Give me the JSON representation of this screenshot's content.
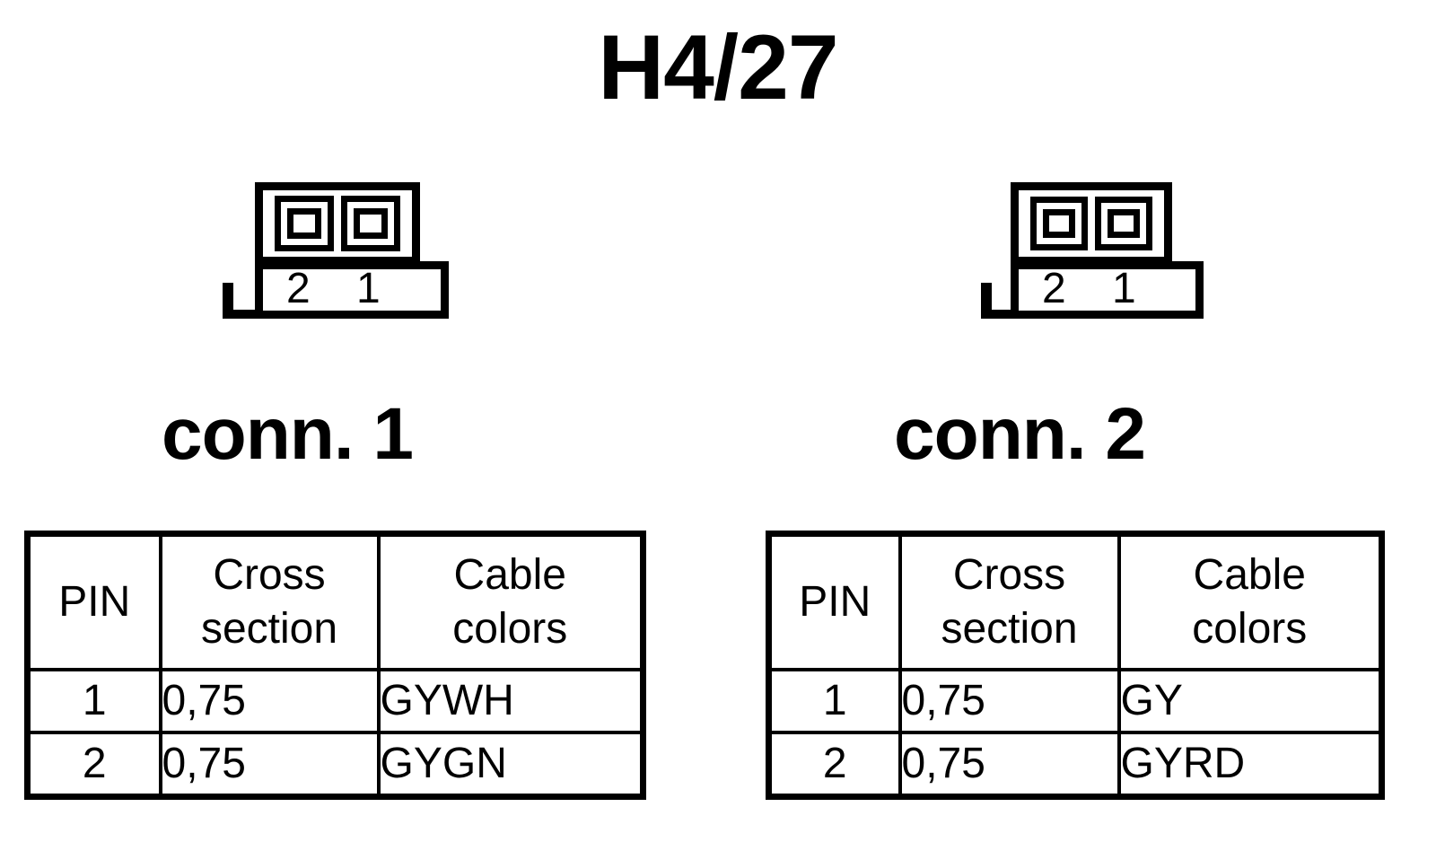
{
  "title": "H4/27",
  "connectors": [
    {
      "caption": "conn. 2",
      "symbol": {
        "pin_labels": [
          "2",
          "1"
        ],
        "pin_count": 2
      },
      "table": {
        "headers": {
          "pin": "PIN",
          "cross_section_line1": "Cross",
          "cross_section_line2": "section",
          "cable_colors_line1": "Cable",
          "cable_colors_line2": "colors"
        },
        "rows": [
          {
            "pin": "1",
            "cross_section": "0,75",
            "cable_colors": "GYWH"
          },
          {
            "pin": "2",
            "cross_section": "0,75",
            "cable_colors": "GYGN"
          }
        ]
      }
    },
    {
      "caption": "conn. 2",
      "symbol": {
        "pin_labels": [
          "2",
          "1"
        ],
        "pin_count": 2
      },
      "table": {
        "headers": {
          "pin": "PIN",
          "cross_section_line1": "Cross",
          "cross_section_line2": "section",
          "cable_colors_line1": "Cable",
          "cable_colors_line2": "colors"
        },
        "rows": [
          {
            "pin": "1",
            "cross_section": "0,75",
            "cable_colors": "GY"
          },
          {
            "pin": "2",
            "cross_section": "0,75",
            "cable_colors": "GYRD"
          }
        ]
      }
    }
  ],
  "captions": {
    "left": "conn. 1",
    "right": "conn. 2"
  },
  "colors": {
    "ink": "#000000",
    "paper": "#ffffff"
  }
}
